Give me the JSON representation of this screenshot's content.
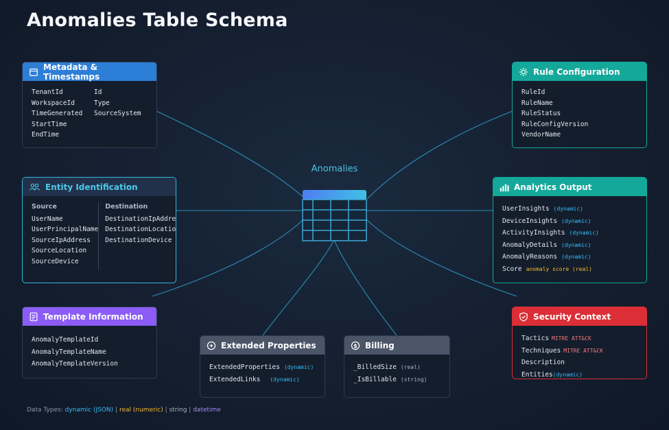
{
  "title": "Anomalies Table Schema",
  "center": {
    "label": "Anomalies",
    "icon": "table-icon"
  },
  "colors": {
    "metadata": "#2d7ed6",
    "rule": "#14a89a",
    "entity": "#2a3a52",
    "analytics": "#14a89a",
    "template": "#8b5cf6",
    "extended": "#4a5568",
    "billing": "#4a5568",
    "security": "#dc2e36",
    "dynamic": "#38bdf8",
    "real": "#f5b93a",
    "datetime": "#a78bfa"
  },
  "metadata": {
    "title": "Metadata & Timestamps",
    "icon": "calendar-icon",
    "col1": [
      "TenantId",
      "WorkspaceId",
      "TimeGenerated",
      "StartTime",
      "EndTime"
    ],
    "col2": [
      "Id",
      "Type",
      "SourceSystem"
    ]
  },
  "rule": {
    "title": "Rule Configuration",
    "icon": "gear-icon",
    "fields": [
      "RuleId",
      "RuleName",
      "RuleStatus",
      "RuleConfigVersion",
      "VendorName"
    ]
  },
  "entity": {
    "title": "Entity Identification",
    "icon": "users-icon",
    "source_header": "Source",
    "source": [
      "UserName",
      "UserPrincipalName",
      "SourceIpAddress",
      "SourceLocation",
      "SourceDevice"
    ],
    "dest_header": "Destination",
    "destination": [
      "DestinationIpAddress",
      "DestinationLocation",
      "DestinationDevice"
    ]
  },
  "analytics": {
    "title": "Analytics Output",
    "icon": "bar-chart-icon",
    "fields": [
      {
        "name": "UserInsights",
        "type": "(dynamic)"
      },
      {
        "name": "DeviceInsights",
        "type": "(dynamic)"
      },
      {
        "name": "ActivityInsights",
        "type": "(dynamic)"
      },
      {
        "name": "AnomalyDetails",
        "type": "(dynamic)"
      },
      {
        "name": "AnomalyReasons",
        "type": "(dynamic)"
      },
      {
        "name": "Score",
        "type": "anomaly score (real)"
      }
    ]
  },
  "template": {
    "title": "Template Information",
    "icon": "document-icon",
    "fields": [
      "AnomalyTemplateId",
      "AnomalyTemplateName",
      "AnomalyTemplateVersion"
    ]
  },
  "extended": {
    "title": "Extended Properties",
    "icon": "plus-circle-icon",
    "fields": [
      {
        "name": "ExtendedProperties",
        "type": "(dynamic)"
      },
      {
        "name": "ExtendedLinks",
        "type": "(dynamic)"
      }
    ]
  },
  "billing": {
    "title": "Billing",
    "icon": "dollar-icon",
    "fields": [
      {
        "name": "_BilledSize",
        "type": "(real)"
      },
      {
        "name": "_IsBillable",
        "type": "(string)"
      }
    ]
  },
  "security": {
    "title": "Security Context",
    "icon": "shield-icon",
    "fields": [
      {
        "name": "Tactics",
        "type": "MITRE ATT&CK"
      },
      {
        "name": "Techniques",
        "type": "MITRE ATT&CK"
      },
      {
        "name": "Description",
        "type": ""
      },
      {
        "name": "Entities",
        "type": "(dynamic)"
      }
    ]
  },
  "legend": {
    "prefix": "Data Types:",
    "dynamic": "dynamic (JSON)",
    "real": "real (numeric)",
    "string": "string",
    "datetime": "datetime",
    "sep": "|"
  }
}
